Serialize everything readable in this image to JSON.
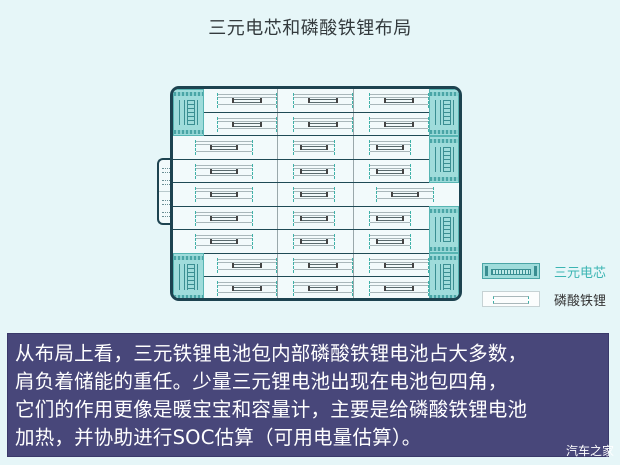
{
  "title": "三元电芯和磷酸铁锂布局",
  "diagram": {
    "type": "battery-pack-layout",
    "rows": 9,
    "lfp_columns": 3,
    "ncm_positions": [
      "top-left rows 1-2",
      "bottom-left rows 8-9",
      "right rows 1-2",
      "right rows 3-4",
      "right rows 6-7",
      "right rows 8-9"
    ],
    "colors": {
      "ncm_fill": "#9fdcdb",
      "ncm_border": "#4aa5a6",
      "lfp_fill": "#f2fafb",
      "frame": "#1d4350",
      "frame_accent": "#36b3bd"
    }
  },
  "legend": {
    "items": [
      {
        "label": "三元电芯",
        "color": "#3cb5b3"
      },
      {
        "label": "磷酸铁锂",
        "color": "#333333"
      }
    ]
  },
  "caption": {
    "lines": [
      "从布局上看，三元铁锂电池包内部磷酸铁锂电池占大多数，",
      "肩负着储能的重任。少量三元锂电池出现在电池包四角，",
      "它们的作用更像是暖宝宝和容量计，主要是给磷酸铁锂电池",
      "加热，并协助进行SOC估算（可用电量估算）。"
    ],
    "background": "#48477a"
  },
  "watermark": "汽车之家"
}
